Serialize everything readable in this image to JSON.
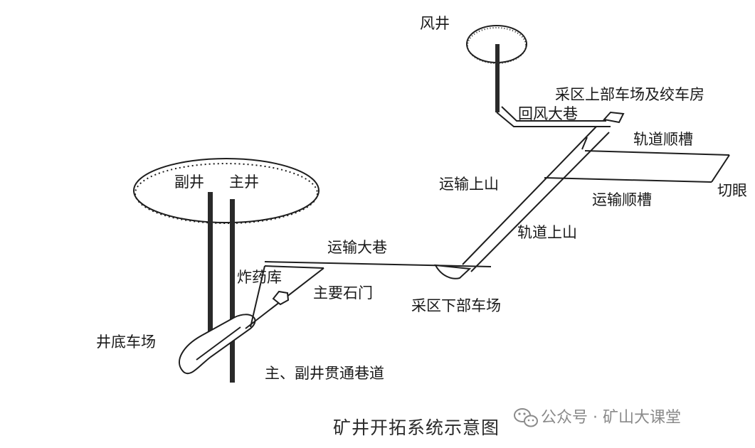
{
  "labels": {
    "air_shaft": "风井",
    "upper_yard": "采区上部车场及绞车房",
    "return_roadway": "回风大巷",
    "track_gutter": "轨道顺槽",
    "transport_up": "运输上山",
    "open_cut": "切眼",
    "transport_gutter": "运输顺槽",
    "track_up": "轨道上山",
    "aux_shaft": "副井",
    "main_shaft": "主井",
    "main_roadway": "运输大巷",
    "explosive_store": "炸药库",
    "main_crosscut": "主要石门",
    "lower_yard": "采区下部车场",
    "shaft_bottom": "井底车场",
    "connecting_roadway": "主、副井贯通巷道"
  },
  "caption": "矿井开拓系统示意图",
  "watermark": {
    "text": "公众号 · 矿山大课堂",
    "icon": "wechat-icon"
  },
  "colors": {
    "ink": "#1e1e1e",
    "watermark": "#8a8a8a"
  }
}
